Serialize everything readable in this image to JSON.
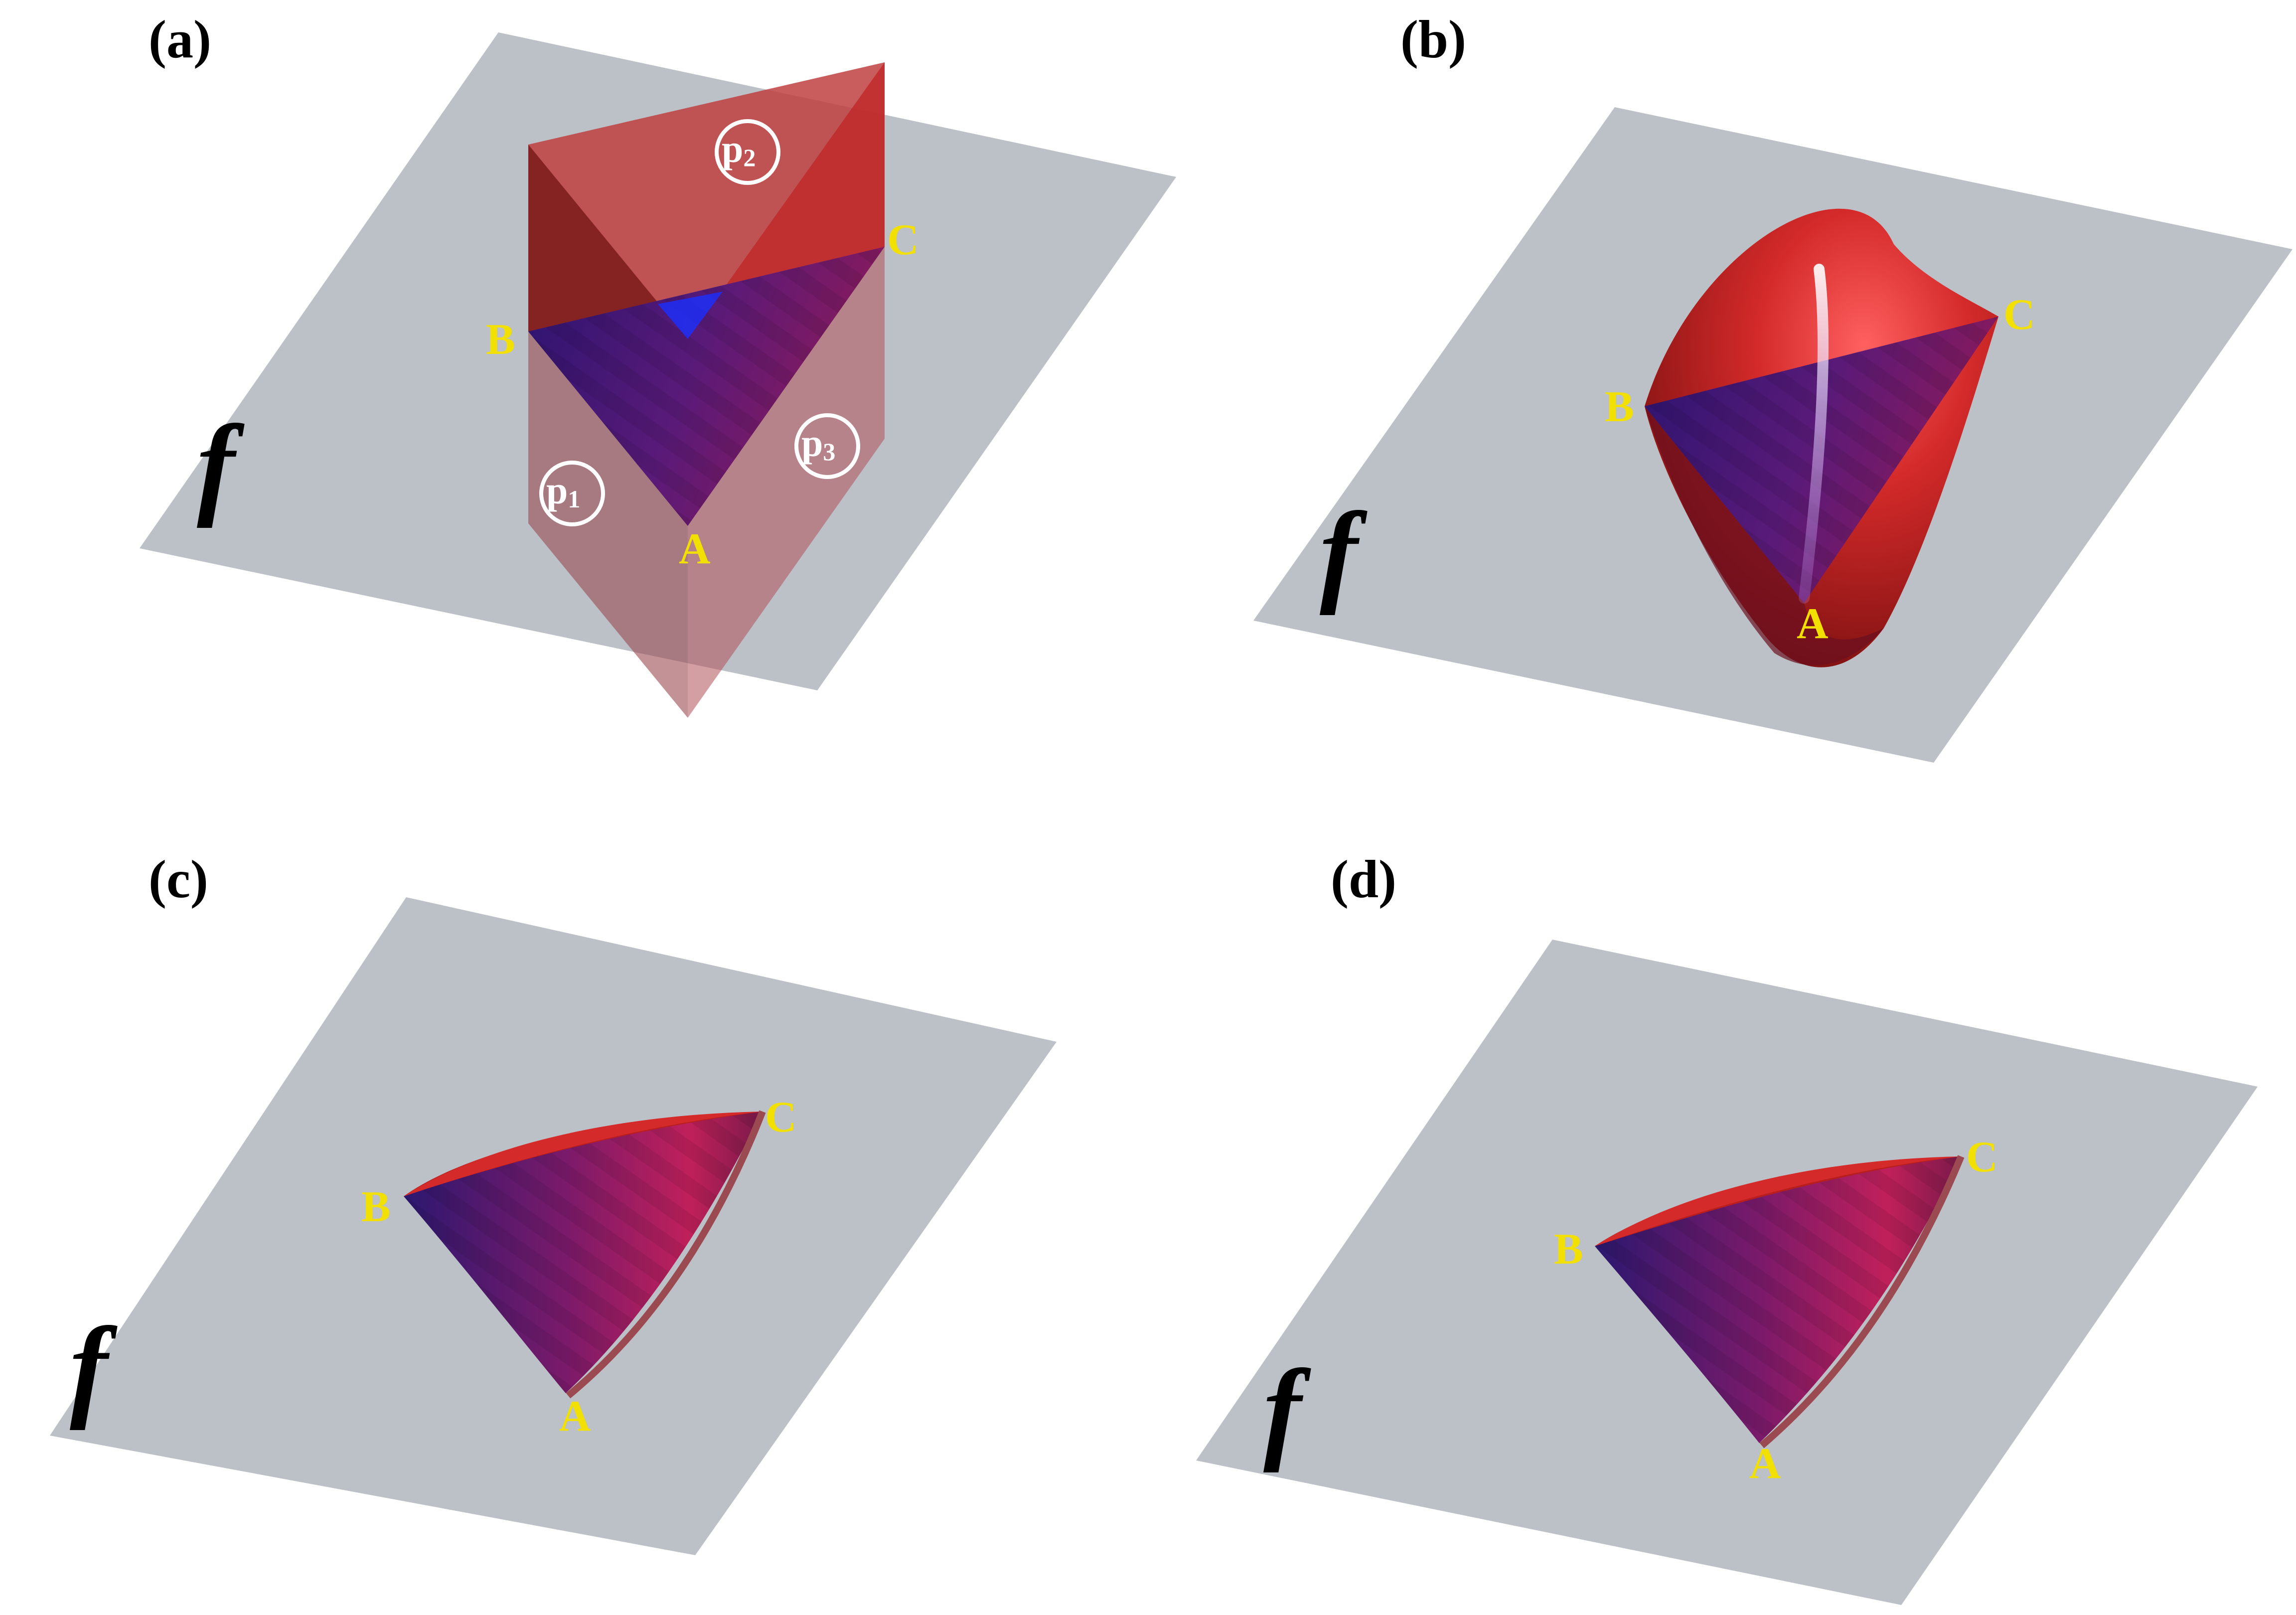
{
  "colors": {
    "plane": "#bcc1c7",
    "red": "#d42a2a",
    "dark_red": "#8c1a1a",
    "purple": "#6a1a7a",
    "blue": "#1a20a0",
    "vertex_label": "#f2e000"
  },
  "panels": [
    {
      "id": "a",
      "label": "(a)",
      "plane_symbol": "f",
      "vertices": {
        "A": "A",
        "B": "B",
        "C": "C"
      },
      "planes": [
        {
          "base": "p",
          "sub": "1"
        },
        {
          "base": "p",
          "sub": "2"
        },
        {
          "base": "p",
          "sub": "3"
        }
      ]
    },
    {
      "id": "b",
      "label": "(b)",
      "plane_symbol": "f",
      "vertices": {
        "A": "A",
        "B": "B",
        "C": "C"
      }
    },
    {
      "id": "c",
      "label": "(c)",
      "plane_symbol": "f",
      "vertices": {
        "A": "A",
        "B": "B",
        "C": "C"
      }
    },
    {
      "id": "d",
      "label": "(d)",
      "plane_symbol": "f",
      "vertices": {
        "A": "A",
        "B": "B",
        "C": "C"
      }
    }
  ]
}
